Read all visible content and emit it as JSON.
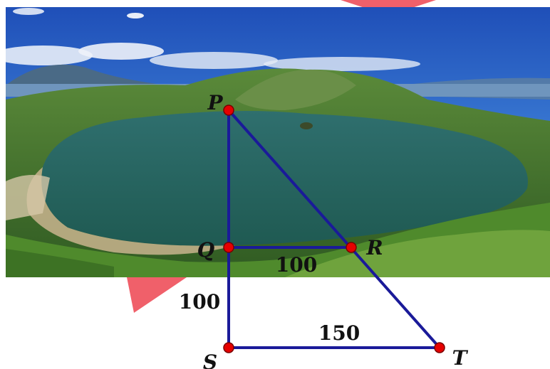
{
  "diagram": {
    "points": [
      {
        "id": "P",
        "label": "P"
      },
      {
        "id": "Q",
        "label": "Q"
      },
      {
        "id": "R",
        "label": "R"
      },
      {
        "id": "S",
        "label": "S"
      },
      {
        "id": "T",
        "label": "T"
      }
    ],
    "segments": [
      {
        "from": "P",
        "to": "Q"
      },
      {
        "from": "Q",
        "to": "S"
      },
      {
        "from": "S",
        "to": "T"
      },
      {
        "from": "P",
        "to": "T"
      },
      {
        "from": "Q",
        "to": "R"
      }
    ],
    "measurements": [
      {
        "segment": "QR",
        "value": "100"
      },
      {
        "segment": "QS",
        "value": "100"
      },
      {
        "segment": "ST",
        "value": "150"
      }
    ],
    "colors": {
      "line": "#1a1a99",
      "point_fill": "#e60000",
      "label": "#111111",
      "accent_shape": "#f0606a"
    },
    "background": "photo of a volcanic crater lake surrounded by green hills under a blue sky"
  }
}
